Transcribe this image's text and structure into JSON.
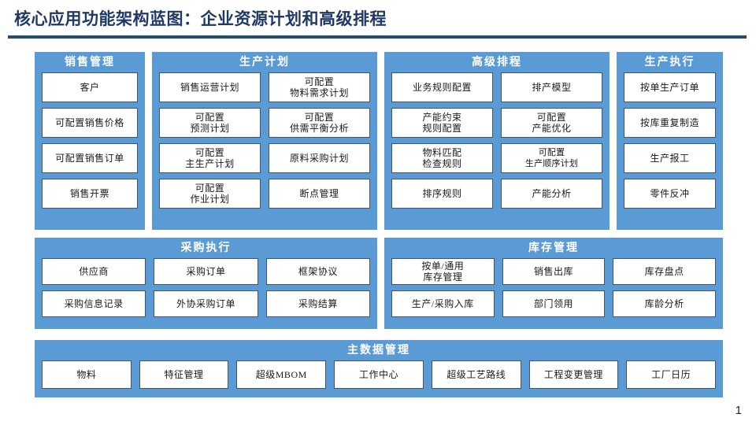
{
  "slide": {
    "title": "核心应用功能架构蓝图：企业资源计划和高级排程",
    "page_number": "1",
    "colors": {
      "title_text": "#1F3864",
      "title_rule": "#1F4E79",
      "panel_fill": "#5B9BD5",
      "box_fill": "#FFFFFF",
      "box_border": "#44546A",
      "panel_title_text": "#FFFFFF"
    }
  },
  "panels": [
    {
      "id": "sales",
      "title": "销售管理",
      "columns": 1,
      "items": [
        {
          "label": "客户"
        },
        {
          "label": "可配置销售价格"
        },
        {
          "label": "可配置销售订单"
        },
        {
          "label": "销售开票"
        }
      ]
    },
    {
      "id": "prod-plan",
      "title": "生产计划",
      "columns": 2,
      "items": [
        {
          "label": "销售运营计划"
        },
        {
          "label": "可配置\n物料需求计划"
        },
        {
          "label": "可配置\n预测计划"
        },
        {
          "label": "可配置\n供需平衡分析"
        },
        {
          "label": "可配置\n主生产计划"
        },
        {
          "label": "原料采购计划"
        },
        {
          "label": "可配置\n作业计划"
        },
        {
          "label": "断点管理"
        }
      ]
    },
    {
      "id": "aps",
      "title": "高级排程",
      "columns": 2,
      "items": [
        {
          "label": "业务规则配置"
        },
        {
          "label": "排产模型"
        },
        {
          "label": "产能约束\n规则配置"
        },
        {
          "label": "可配置\n产能优化"
        },
        {
          "label": "物料匹配\n检查规则"
        },
        {
          "label": "可配置\n生产顺序计划"
        },
        {
          "label": "排序规则"
        },
        {
          "label": "产能分析"
        }
      ]
    },
    {
      "id": "prod-exec",
      "title": "生产执行",
      "columns": 1,
      "items": [
        {
          "label": "按单生产订单"
        },
        {
          "label": "按库重复制造"
        },
        {
          "label": "生产报工"
        },
        {
          "label": "零件反冲"
        }
      ]
    },
    {
      "id": "purchase",
      "title": "采购执行",
      "columns": 3,
      "items": [
        {
          "label": "供应商"
        },
        {
          "label": "采购订单"
        },
        {
          "label": "框架协议"
        },
        {
          "label": "采购信息记录"
        },
        {
          "label": "外协采购订单"
        },
        {
          "label": "采购结算"
        }
      ]
    },
    {
      "id": "inventory",
      "title": "库存管理",
      "columns": 3,
      "items": [
        {
          "label": "按单/通用\n库存管理"
        },
        {
          "label": "销售出库"
        },
        {
          "label": "库存盘点"
        },
        {
          "label": "生产/采购入库"
        },
        {
          "label": "部门领用"
        },
        {
          "label": "库龄分析"
        }
      ]
    },
    {
      "id": "masterdata",
      "title": "主数据管理",
      "columns": 7,
      "items": [
        {
          "label": "物料"
        },
        {
          "label": "特征管理"
        },
        {
          "label": "超级MBOM"
        },
        {
          "label": "工作中心"
        },
        {
          "label": "超级工艺路线"
        },
        {
          "label": "工程变更管理"
        },
        {
          "label": "工厂日历"
        }
      ]
    }
  ]
}
